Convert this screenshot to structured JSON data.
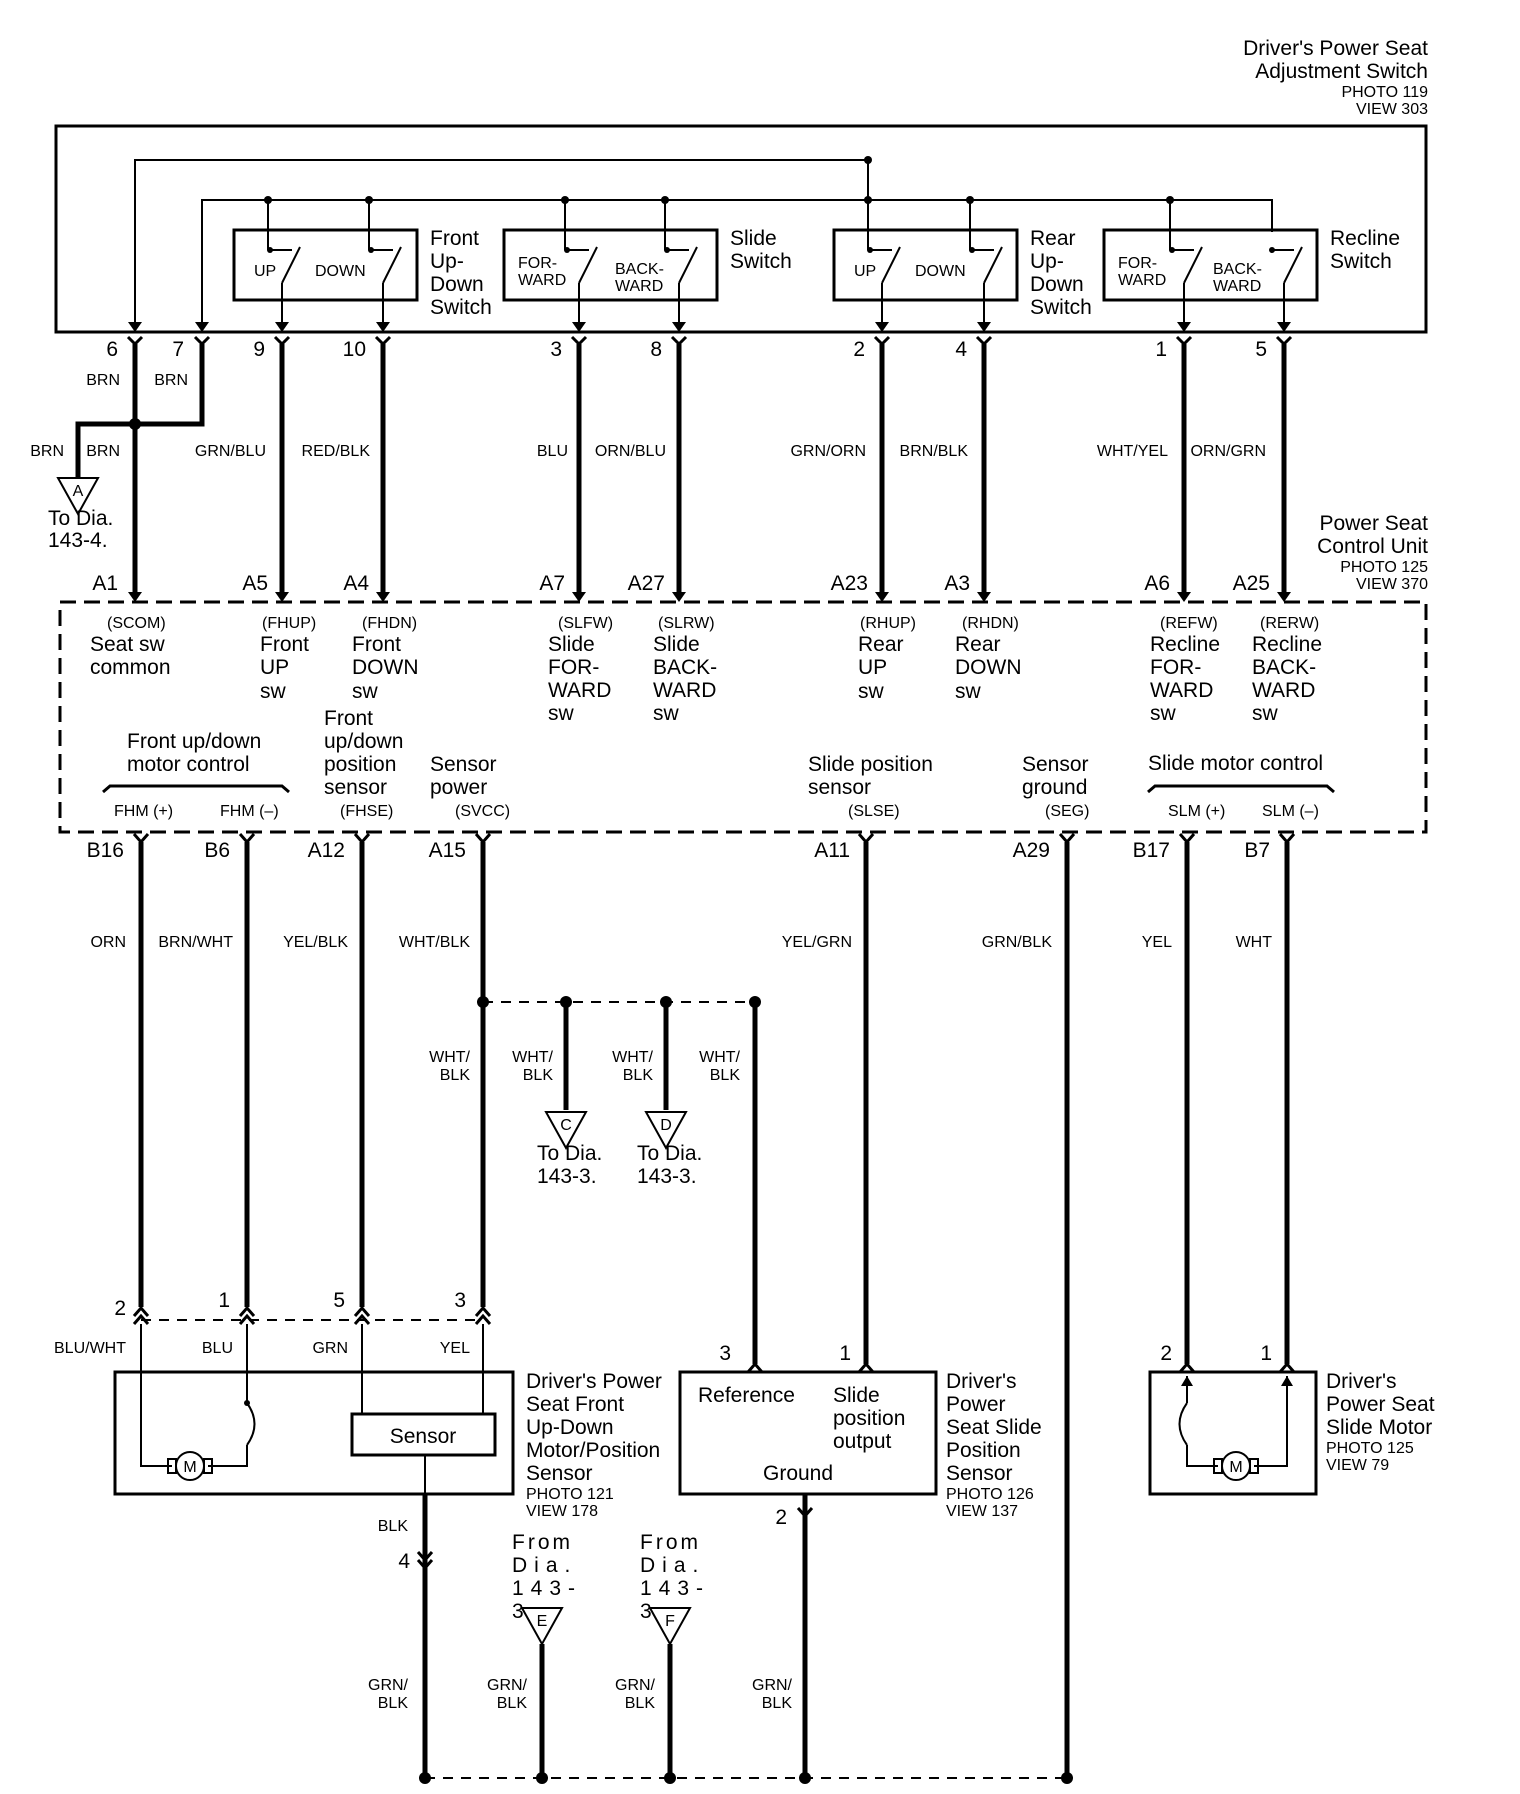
{
  "components": {
    "adjustment_switch": {
      "title": "Driver's Power Seat",
      "title2": "Adjustment Switch",
      "photo": "PHOTO 119",
      "view": "VIEW 303"
    },
    "control_unit": {
      "title": "Power Seat",
      "title2": "Control Unit",
      "photo": "PHOTO 125",
      "view": "VIEW 370"
    },
    "front_motor": {
      "line1": "Driver's Power",
      "line2": "Seat Front",
      "line3": "Up-Down",
      "line4": "Motor/Position",
      "line5": "Sensor",
      "photo": "PHOTO 121",
      "view": "VIEW 178",
      "inner": "Sensor"
    },
    "slide_sensor": {
      "line1": "Driver's",
      "line2": "Power",
      "line3": "Seat Slide",
      "line4": "Position",
      "line5": "Sensor",
      "photo": "PHOTO 126",
      "view": "VIEW 137",
      "ref": "Reference",
      "out1": "Slide",
      "out2": "position",
      "out3": "output",
      "gnd": "Ground"
    },
    "slide_motor": {
      "line1": "Driver's",
      "line2": "Power Seat",
      "line3": "Slide Motor",
      "photo": "PHOTO 125",
      "view": "VIEW 79"
    }
  },
  "switches": {
    "front": {
      "l1": "Front",
      "l2": "Up-",
      "l3": "Down",
      "l4": "Switch",
      "a": "UP",
      "b": "DOWN"
    },
    "slide": {
      "l1": "Slide",
      "l2": "Switch",
      "a1": "FOR-",
      "a2": "WARD",
      "b1": "BACK-",
      "b2": "WARD"
    },
    "rear": {
      "l1": "Rear",
      "l2": "Up-",
      "l3": "Down",
      "l4": "Switch",
      "a": "UP",
      "b": "DOWN"
    },
    "recline": {
      "l1": "Recline",
      "l2": "Switch",
      "a1": "FOR-",
      "a2": "WARD",
      "b1": "BACK-",
      "b2": "WARD"
    }
  },
  "switch_pins": [
    "6",
    "7",
    "9",
    "10",
    "3",
    "8",
    "2",
    "4",
    "1",
    "5"
  ],
  "upper_wires": {
    "brn1": "BRN",
    "brn2": "BRN",
    "brn3": "BRN",
    "brn4": "BRN",
    "grnblu": "GRN/BLU",
    "redblk": "RED/BLK",
    "blu": "BLU",
    "ornblu": "ORN/BLU",
    "grnorn": "GRN/ORN",
    "brnblk": "BRN/BLK",
    "whtyel": "WHT/YEL",
    "orngrn": "ORN/GRN"
  },
  "upper_terminals": [
    "A1",
    "A5",
    "A4",
    "A7",
    "A27",
    "A23",
    "A3",
    "A6",
    "A25"
  ],
  "upper_signals": [
    {
      "code": "(SCOM)",
      "l1": "Seat sw",
      "l2": "common",
      "l3": "",
      "l4": ""
    },
    {
      "code": "(FHUP)",
      "l1": "Front",
      "l2": "UP",
      "l3": "sw",
      "l4": ""
    },
    {
      "code": "(FHDN)",
      "l1": "Front",
      "l2": "DOWN",
      "l3": "sw",
      "l4": ""
    },
    {
      "code": "(SLFW)",
      "l1": "Slide",
      "l2": "FOR-",
      "l3": "WARD",
      "l4": "sw"
    },
    {
      "code": "(SLRW)",
      "l1": "Slide",
      "l2": "BACK-",
      "l3": "WARD",
      "l4": "sw"
    },
    {
      "code": "(RHUP)",
      "l1": "Rear",
      "l2": "UP",
      "l3": "sw",
      "l4": ""
    },
    {
      "code": "(RHDN)",
      "l1": "Rear",
      "l2": "DOWN",
      "l3": "sw",
      "l4": ""
    },
    {
      "code": "(REFW)",
      "l1": "Recline",
      "l2": "FOR-",
      "l3": "WARD",
      "l4": "sw"
    },
    {
      "code": "(RERW)",
      "l1": "Recline",
      "l2": "BACK-",
      "l3": "WARD",
      "l4": "sw"
    }
  ],
  "lower_signals": {
    "fmc1": "Front up/down",
    "fmc2": "motor control",
    "fhm_p": "FHM (+)",
    "fhm_m": "FHM (–)",
    "fps1": "Front",
    "fps2": "up/down",
    "fps3": "position",
    "fps4": "sensor",
    "fhse": "(FHSE)",
    "sp1": "Sensor",
    "sp2": "power",
    "svcc": "(SVCC)",
    "sps1": "Slide position",
    "sps2": "sensor",
    "slse": "(SLSE)",
    "sg1": "Sensor",
    "sg2": "ground",
    "seg": "(SEG)",
    "smc": "Slide motor control",
    "slm_p": "SLM (+)",
    "slm_m": "SLM (–)"
  },
  "lower_terminals": [
    "B16",
    "B6",
    "A12",
    "A15",
    "A11",
    "A29",
    "B17",
    "B7"
  ],
  "lower_wires": {
    "orn": "ORN",
    "brnwht": "BRN/WHT",
    "yelblk": "YEL/BLK",
    "whtblk": "WHT/BLK",
    "yelgrn": "YEL/GRN",
    "grnblk": "GRN/BLK",
    "yel": "YEL",
    "wht": "WHT"
  },
  "splice_wires": {
    "w1a": "WHT/",
    "w1b": "BLK",
    "w2a": "WHT/",
    "w2b": "BLK",
    "w3a": "WHT/",
    "w3b": "BLK",
    "w4a": "WHT/",
    "w4b": "BLK"
  },
  "front_connector": {
    "p2": "2",
    "p1": "1",
    "p5": "5",
    "p3": "3",
    "c1": "BLU/WHT",
    "c2": "BLU",
    "c3": "GRN",
    "c4": "YEL"
  },
  "slide_sensor_pins": {
    "p3": "3",
    "p1": "1",
    "p2": "2"
  },
  "slide_motor_pins": {
    "p2": "2",
    "p1": "1"
  },
  "offpage": {
    "A": {
      "letter": "A",
      "l1": "To Dia.",
      "l2": "143-4."
    },
    "C": {
      "letter": "C",
      "l1": "To Dia.",
      "l2": "143-3."
    },
    "D": {
      "letter": "D",
      "l1": "To Dia.",
      "l2": "143-3."
    },
    "E": {
      "letter": "E",
      "l1": "From",
      "l2": "Dia.",
      "l3": "143-",
      "l4": "3"
    },
    "F": {
      "letter": "F",
      "l1": "From",
      "l2": "Dia.",
      "l3": "143-",
      "l4": "3"
    }
  },
  "ground": {
    "blk": "BLK",
    "pin4": "4",
    "g1a": "GRN/",
    "g1b": "BLK",
    "g2a": "GRN/",
    "g2b": "BLK",
    "g3a": "GRN/",
    "g3b": "BLK",
    "g4a": "GRN/",
    "g4b": "BLK"
  },
  "motor_symbol": "M"
}
